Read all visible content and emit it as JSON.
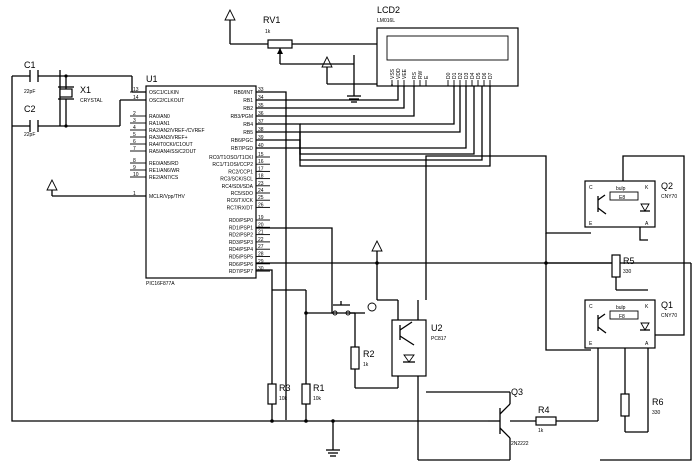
{
  "mcu": {
    "ref": "U1",
    "part": "PIC16F877A",
    "left_pins": [
      {
        "num": "13",
        "name": "OSC1/CLKIN"
      },
      {
        "num": "14",
        "name": "OSC2/CLKOUT"
      },
      {
        "num": "2",
        "name": "RA0/AN0"
      },
      {
        "num": "3",
        "name": "RA1/AN1"
      },
      {
        "num": "4",
        "name": "RA2/AN2/VREF-/CVREF"
      },
      {
        "num": "5",
        "name": "RA3/AN3/VREF+"
      },
      {
        "num": "6",
        "name": "RA4/T0CKI/C1OUT"
      },
      {
        "num": "7",
        "name": "RA5/AN4/SS/C2OUT"
      },
      {
        "num": "8",
        "name": "RE0/AN5/RD"
      },
      {
        "num": "9",
        "name": "RE1/AN6/WR"
      },
      {
        "num": "10",
        "name": "RE2/AN7/CS"
      },
      {
        "num": "1",
        "name": "MCLR/Vpp/THV"
      }
    ],
    "right_pins_b": [
      {
        "num": "33",
        "name": "RB0/INT"
      },
      {
        "num": "34",
        "name": "RB1"
      },
      {
        "num": "35",
        "name": "RB2"
      },
      {
        "num": "36",
        "name": "RB3/PGM"
      },
      {
        "num": "37",
        "name": "RB4"
      },
      {
        "num": "38",
        "name": "RB5"
      },
      {
        "num": "39",
        "name": "RB6/PGC"
      },
      {
        "num": "40",
        "name": "RB7/PGD"
      }
    ],
    "right_pins_c": [
      {
        "num": "15",
        "name": "RC0/T1OSO/T1CKI"
      },
      {
        "num": "16",
        "name": "RC1/T1OSI/CCP2"
      },
      {
        "num": "17",
        "name": "RC2/CCP1"
      },
      {
        "num": "18",
        "name": "RC3/SCK/SCL"
      },
      {
        "num": "23",
        "name": "RC4/SDI/SDA"
      },
      {
        "num": "24",
        "name": "RC5/SDO"
      },
      {
        "num": "25",
        "name": "RC6/TX/CK"
      },
      {
        "num": "26",
        "name": "RC7/RX/DT"
      }
    ],
    "right_pins_d": [
      {
        "num": "19",
        "name": "RD0/PSP0"
      },
      {
        "num": "20",
        "name": "RD1/PSP1"
      },
      {
        "num": "21",
        "name": "RD2/PSP2"
      },
      {
        "num": "22",
        "name": "RD3/PSP3"
      },
      {
        "num": "27",
        "name": "RD4/PSP4"
      },
      {
        "num": "28",
        "name": "RD5/PSP5"
      },
      {
        "num": "29",
        "name": "RD6/PSP6"
      },
      {
        "num": "30",
        "name": "RD7/PSP7"
      }
    ]
  },
  "lcd": {
    "ref": "LCD2",
    "part": "LM016L",
    "pins": [
      "VSS",
      "VDD",
      "VEE",
      "RS",
      "RW",
      "E",
      "D0",
      "D1",
      "D2",
      "D3",
      "D4",
      "D5",
      "D6",
      "D7"
    ]
  },
  "rv1": {
    "ref": "RV1",
    "value": "1k"
  },
  "c1": {
    "ref": "C1",
    "value": "22pF"
  },
  "c2": {
    "ref": "C2",
    "value": "22pF"
  },
  "x1": {
    "ref": "X1",
    "value": "CRYSTAL"
  },
  "q1": {
    "ref": "Q1",
    "part": "CNY70",
    "label": "F8"
  },
  "q2": {
    "ref": "Q2",
    "part": "CNY70",
    "label": "E8"
  },
  "cny_pins": {
    "c": "C",
    "e": "E",
    "k": "K",
    "a": "A",
    "button": "bulp"
  },
  "q3": {
    "ref": "Q3",
    "part": "2N2222"
  },
  "u2": {
    "ref": "U2",
    "part": "PC817"
  },
  "r1": {
    "ref": "R1",
    "value": "10k"
  },
  "r2": {
    "ref": "R2",
    "value": "1k"
  },
  "r3": {
    "ref": "R3",
    "value": "10k"
  },
  "r4": {
    "ref": "R4",
    "value": "1k"
  },
  "r5": {
    "ref": "R5",
    "value": "330"
  },
  "r6": {
    "ref": "R6",
    "value": "330"
  }
}
